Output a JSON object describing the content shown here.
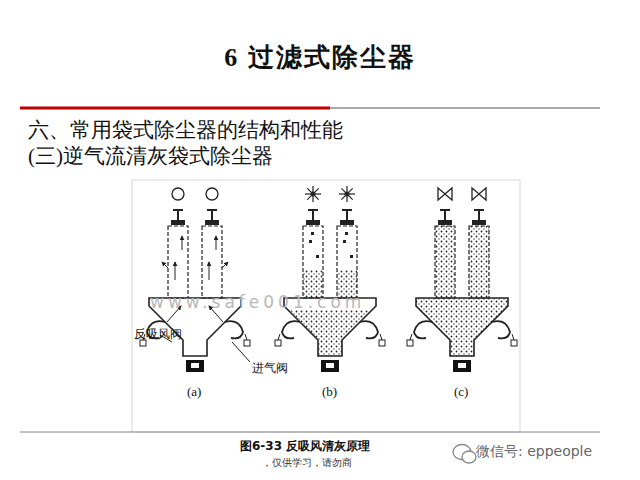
{
  "diagram": {
    "title": "6 过滤式除尘器",
    "caption": "图6-33 反吸风清灰原理",
    "labels": [
      "六、常用袋式除尘器的结构和性能",
      "(三)逆气流清灰袋式除尘器",
      "反吸风阀",
      "进气阀",
      "(a)",
      "(b)",
      "(c)",
      "www.safe001.com",
      "，仅供学习，请勿商",
      "微信号: eppeople"
    ]
  }
}
